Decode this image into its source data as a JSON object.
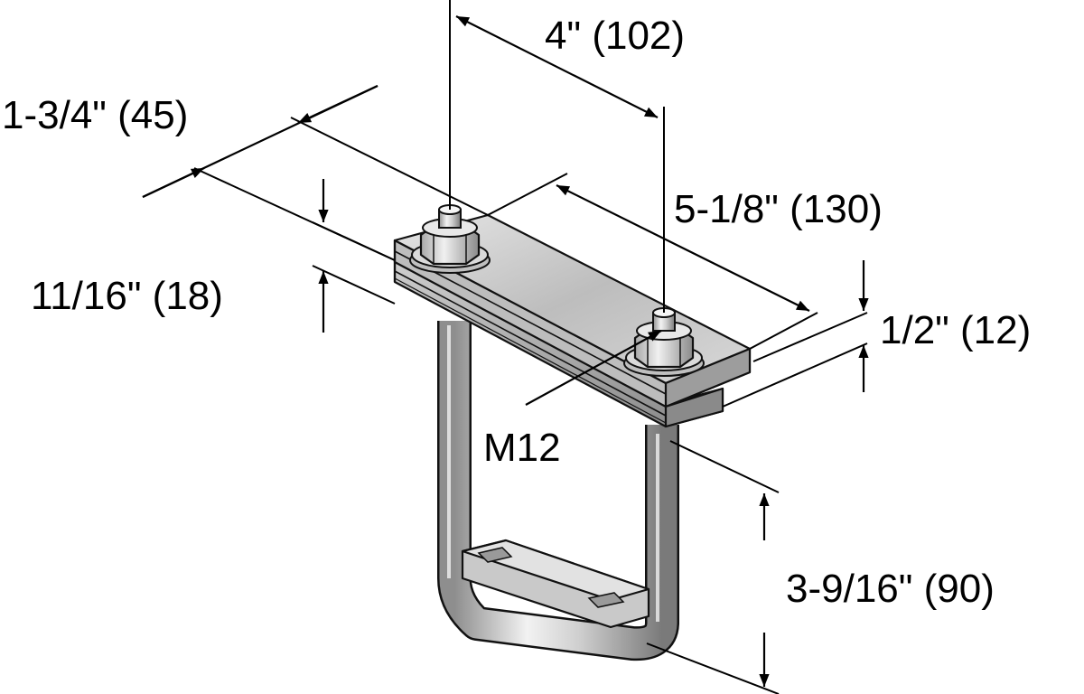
{
  "dimensions": {
    "bolt_spacing": "4\" (102)",
    "plate_width": "1-3/4\" (45)",
    "plate_length": "5-1/8\" (130)",
    "plate_thickness": "11/16\" (18)",
    "washer_thickness": "1/2\" (12)",
    "thread_size": "M12",
    "clamp_height": "3-9/16\" (90)"
  }
}
